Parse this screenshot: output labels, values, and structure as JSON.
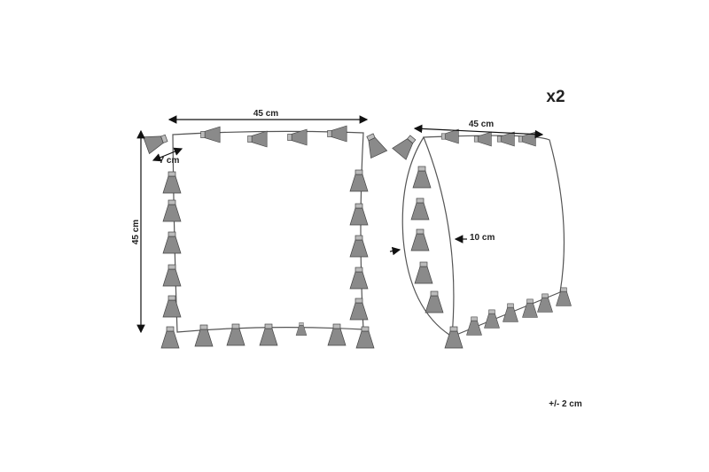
{
  "diagram": {
    "quantity": "x2",
    "tolerance": "+/- 2 cm",
    "front_view": {
      "width_label": "45 cm",
      "height_label": "45 cm",
      "tassel_label": "7 cm"
    },
    "side_view": {
      "width_label": "45 cm",
      "depth_label": "10 cm"
    },
    "colors": {
      "outline": "#555555",
      "tassel": "#8a8a8a",
      "arrow": "#111111"
    }
  }
}
